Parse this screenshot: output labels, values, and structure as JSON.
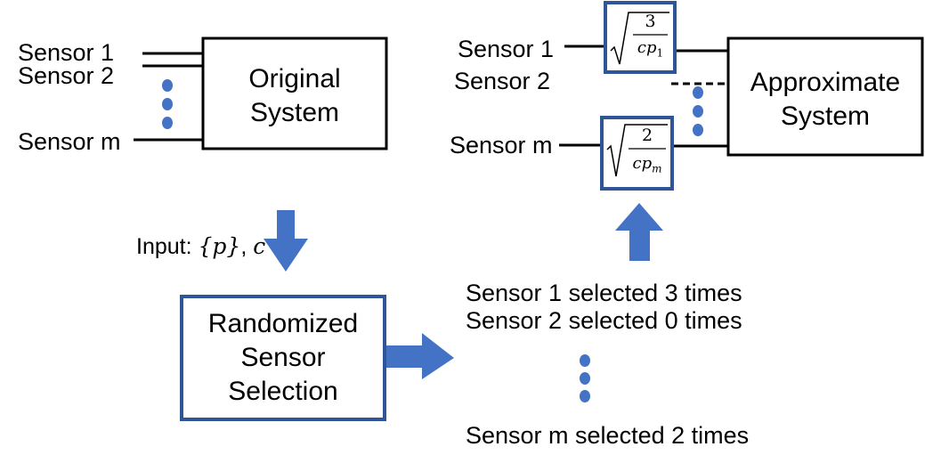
{
  "colors": {
    "accent": "#4472C4",
    "dark_border": "#2F5597",
    "line": "#000000"
  },
  "original": {
    "sensor_labels": [
      "Sensor 1",
      "Sensor 2",
      "Sensor m"
    ],
    "box_line1": "Original",
    "box_line2": "System"
  },
  "approximate": {
    "sensor_labels": [
      "Sensor 1",
      "Sensor 2",
      "Sensor m"
    ],
    "box_line1": "Approximate",
    "box_line2": "System",
    "weight_top": {
      "numerator": "3",
      "denom_var": "cp",
      "denom_sub": "1"
    },
    "weight_bottom": {
      "numerator": "2",
      "denom_var": "cp",
      "denom_sub": "m"
    }
  },
  "input": {
    "prefix": "Input: ",
    "set_p": "{p}",
    "sep": ", ",
    "c": "c"
  },
  "selection_box": {
    "line1": "Randomized",
    "line2": "Sensor",
    "line3": "Selection"
  },
  "selection_results": [
    "Sensor 1 selected 3 times",
    "Sensor 2 selected 0 times",
    "Sensor m selected 2 times"
  ],
  "icons": [
    "ellipsis-dots-icon",
    "down-arrow-icon",
    "right-arrow-icon",
    "up-arrow-icon",
    "sqrt-icon"
  ]
}
